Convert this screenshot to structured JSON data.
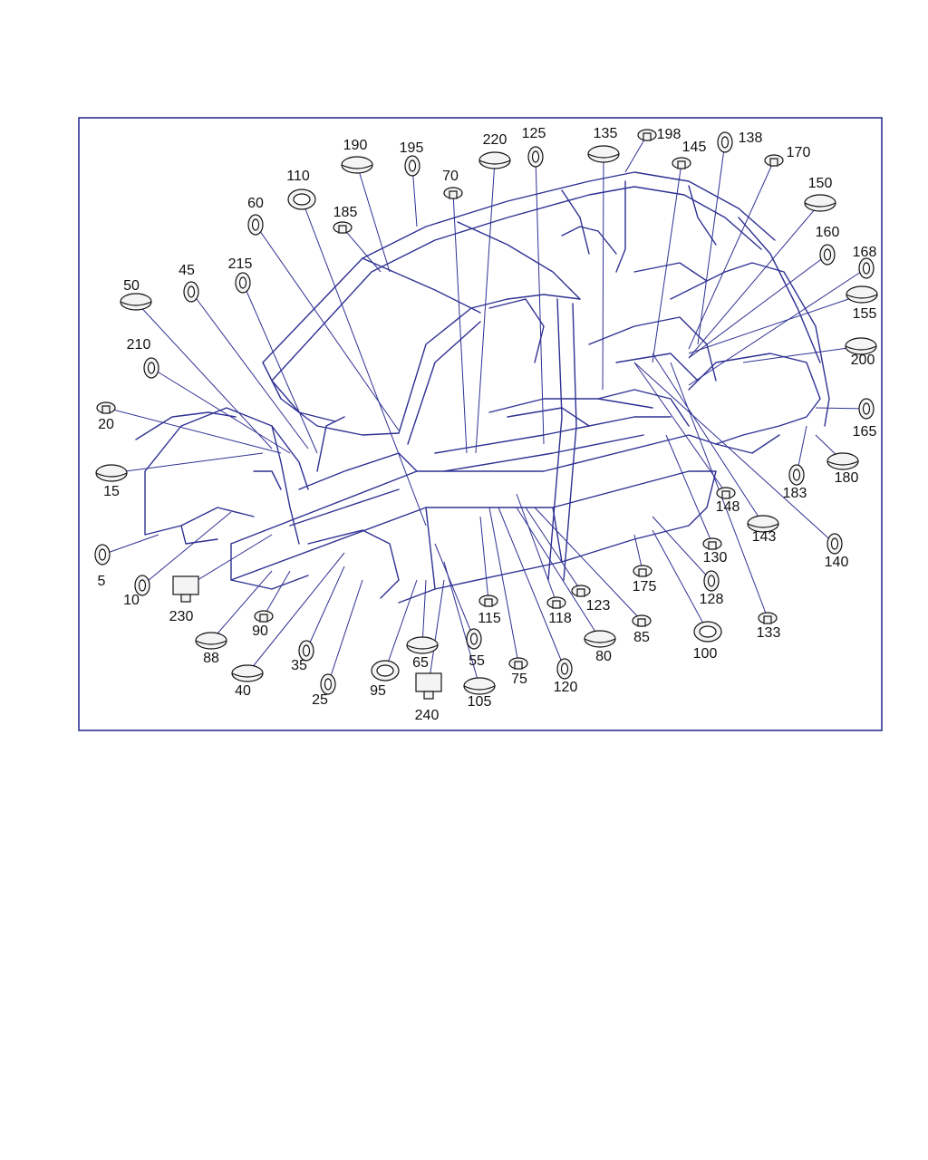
{
  "colors": {
    "line": "#2e3192",
    "ink": "#111111",
    "part_fill": "#f4f4f4",
    "background": "#ffffff"
  },
  "callouts": [
    {
      "label": "5"
    },
    {
      "label": "10"
    },
    {
      "label": "15"
    },
    {
      "label": "20"
    },
    {
      "label": "25"
    },
    {
      "label": "35"
    },
    {
      "label": "40"
    },
    {
      "label": "45"
    },
    {
      "label": "50"
    },
    {
      "label": "55"
    },
    {
      "label": "60"
    },
    {
      "label": "65"
    },
    {
      "label": "70"
    },
    {
      "label": "75"
    },
    {
      "label": "80"
    },
    {
      "label": "85"
    },
    {
      "label": "88"
    },
    {
      "label": "90"
    },
    {
      "label": "95"
    },
    {
      "label": "100"
    },
    {
      "label": "105"
    },
    {
      "label": "110"
    },
    {
      "label": "115"
    },
    {
      "label": "118"
    },
    {
      "label": "120"
    },
    {
      "label": "123"
    },
    {
      "label": "125"
    },
    {
      "label": "128"
    },
    {
      "label": "130"
    },
    {
      "label": "133"
    },
    {
      "label": "135"
    },
    {
      "label": "138"
    },
    {
      "label": "140"
    },
    {
      "label": "143"
    },
    {
      "label": "145"
    },
    {
      "label": "148"
    },
    {
      "label": "150"
    },
    {
      "label": "155"
    },
    {
      "label": "160"
    },
    {
      "label": "165"
    },
    {
      "label": "168"
    },
    {
      "label": "170"
    },
    {
      "label": "175"
    },
    {
      "label": "180"
    },
    {
      "label": "183"
    },
    {
      "label": "185"
    },
    {
      "label": "190"
    },
    {
      "label": "195"
    },
    {
      "label": "198"
    },
    {
      "label": "200"
    },
    {
      "label": "210"
    },
    {
      "label": "215"
    },
    {
      "label": "220"
    },
    {
      "label": "230"
    },
    {
      "label": "240"
    }
  ]
}
